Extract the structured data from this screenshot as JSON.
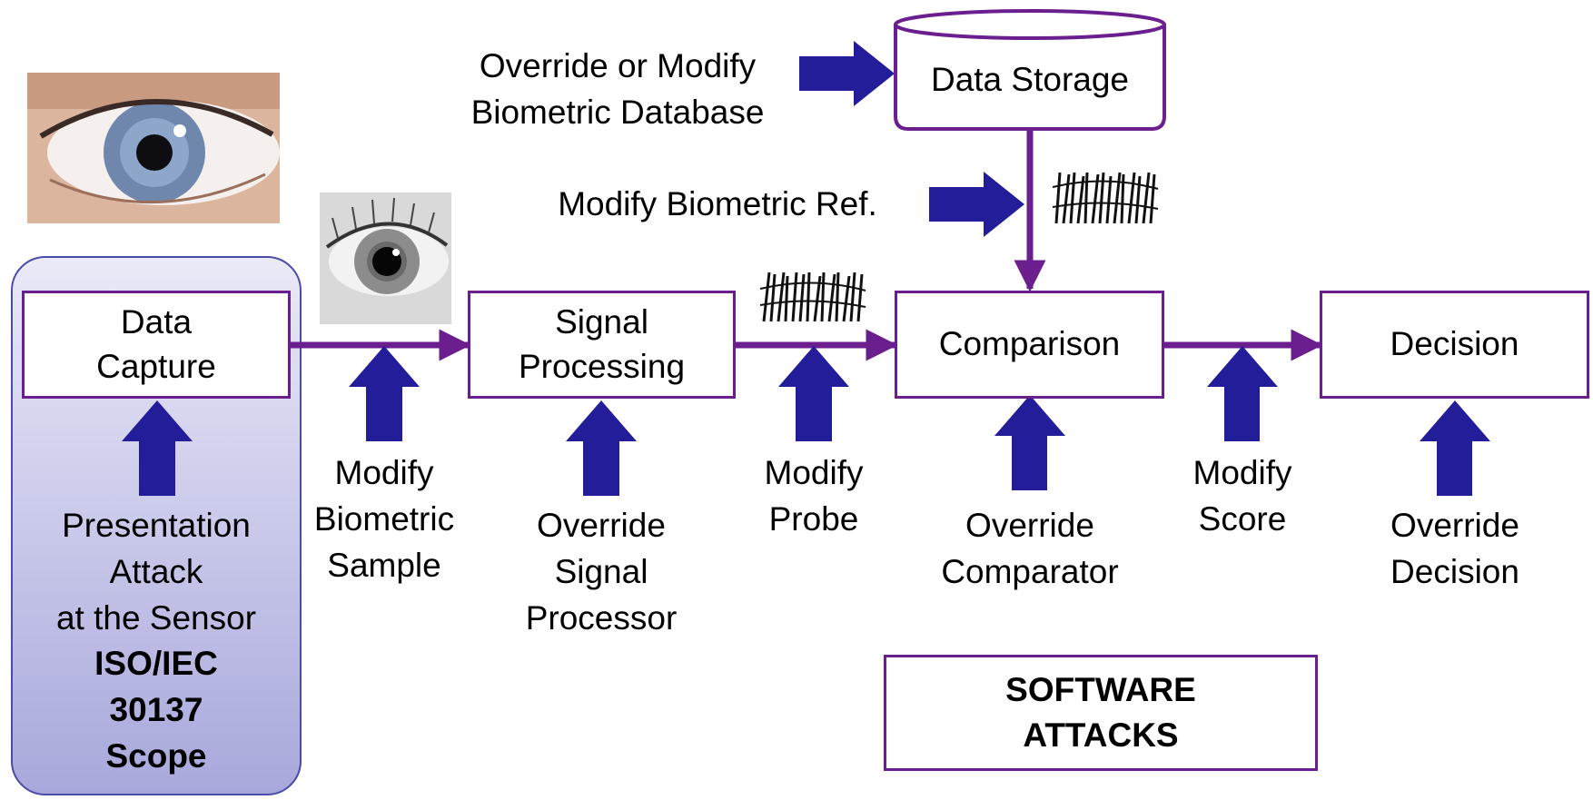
{
  "blocks": {
    "data_capture": "Data\nCapture",
    "signal_processing": "Signal\nProcessing",
    "comparison": "Comparison",
    "decision": "Decision",
    "data_storage": "Data Storage"
  },
  "attacks": {
    "presentation_attack": "Presentation\nAttack\nat the Sensor",
    "scope": "ISO/IEC\n30137\nScope",
    "modify_sample": "Modify\nBiometric\nSample",
    "override_signal_processor": "Override\nSignal\nProcessor",
    "modify_probe": "Modify\nProbe",
    "override_comparator": "Override\nComparator",
    "modify_score": "Modify\nScore",
    "override_decision": "Override\nDecision",
    "override_database": "Override or Modify\nBiometric Database",
    "modify_reference": "Modify Biometric Ref."
  },
  "software_attacks": "SOFTWARE\nATTACKS",
  "colors": {
    "box_border": "#6b1f8f",
    "arrow_fill": "#231d9a",
    "scope_bg": "#b4b4e2"
  },
  "icons": [
    "eye-photo",
    "grayscale-eye-photo",
    "feature-pattern"
  ]
}
